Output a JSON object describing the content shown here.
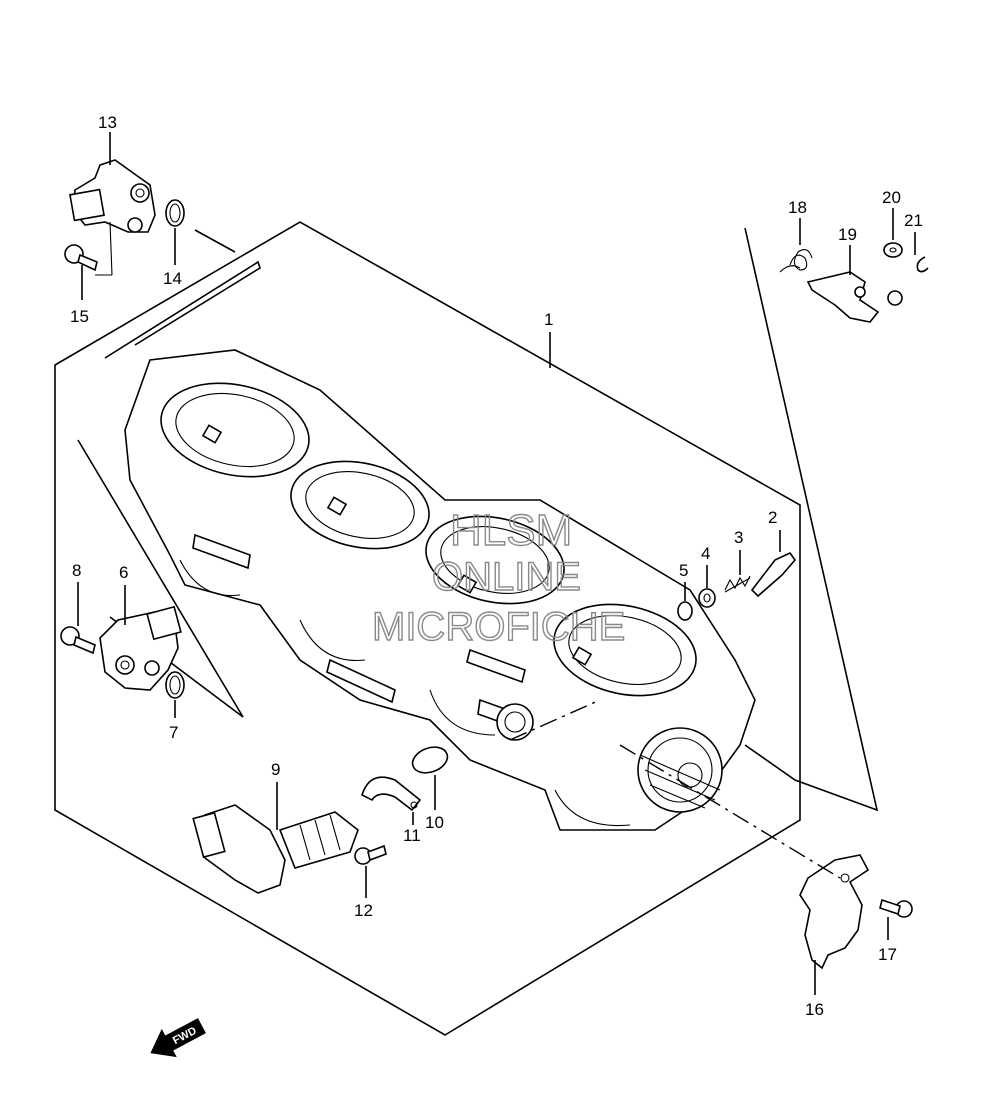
{
  "callouts": {
    "c1": "1",
    "c2": "2",
    "c3": "3",
    "c4": "4",
    "c5": "5",
    "c6": "6",
    "c7": "7",
    "c8": "8",
    "c9": "9",
    "c10": "10",
    "c11": "11",
    "c12": "12",
    "c13": "13",
    "c14": "14",
    "c15": "15",
    "c16": "16",
    "c17": "17",
    "c18": "18",
    "c19": "19",
    "c20": "20",
    "c21": "21"
  },
  "direction_arrow": {
    "label": "FWD"
  },
  "watermark": {
    "line1": "HLSM",
    "line2": "ONLINE",
    "line3": "MICROFICHE"
  }
}
